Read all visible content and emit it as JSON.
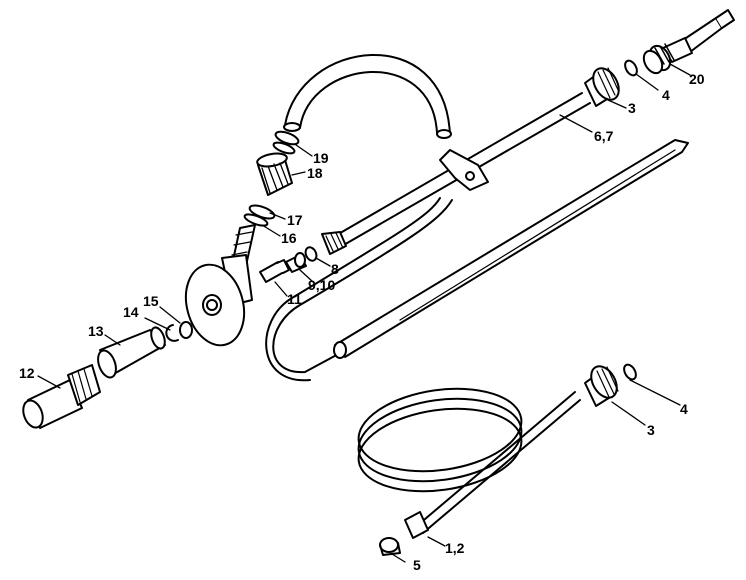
{
  "callouts": [
    {
      "id": "c20",
      "text": "20"
    },
    {
      "id": "c4a",
      "text": "4"
    },
    {
      "id": "c3a",
      "text": "3"
    },
    {
      "id": "c67",
      "text": "6,7"
    },
    {
      "id": "c19",
      "text": "19"
    },
    {
      "id": "c18",
      "text": "18"
    },
    {
      "id": "c17",
      "text": "17"
    },
    {
      "id": "c16",
      "text": "16"
    },
    {
      "id": "c8",
      "text": "8"
    },
    {
      "id": "c910",
      "text": "9,10"
    },
    {
      "id": "c11",
      "text": "11"
    },
    {
      "id": "c15",
      "text": "15"
    },
    {
      "id": "c14",
      "text": "14"
    },
    {
      "id": "c13",
      "text": "13"
    },
    {
      "id": "c12",
      "text": "12"
    },
    {
      "id": "c4b",
      "text": "4"
    },
    {
      "id": "c3b",
      "text": "3"
    },
    {
      "id": "c12b",
      "text": "1,2"
    },
    {
      "id": "c5",
      "text": "5"
    }
  ],
  "colors": {
    "ink": "#000000",
    "paper": "#ffffff"
  }
}
